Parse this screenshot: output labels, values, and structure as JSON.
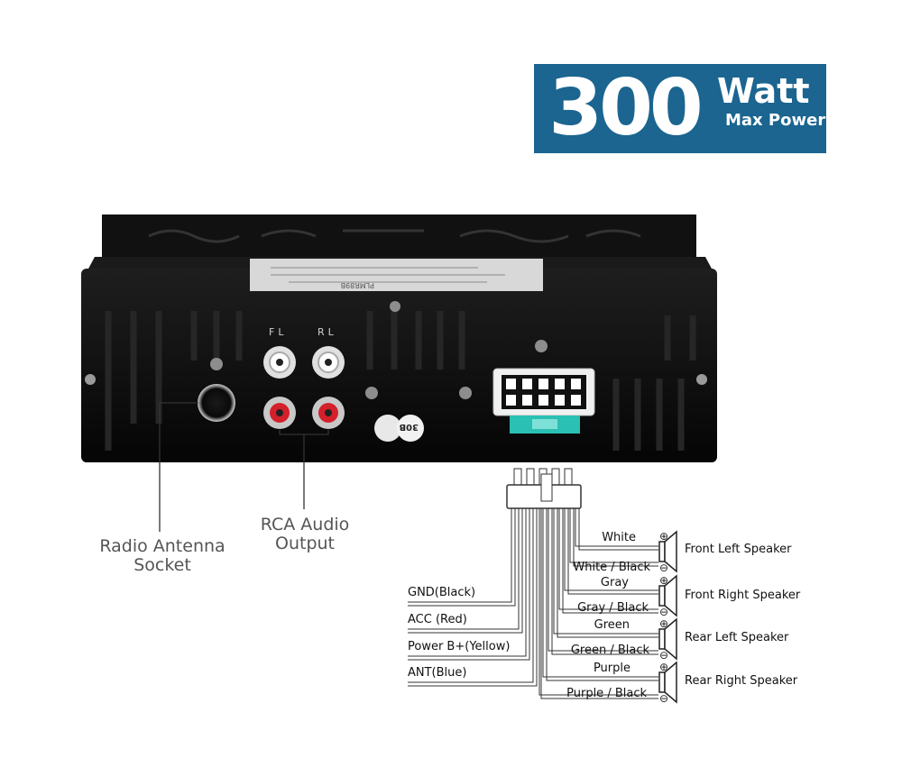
{
  "badge": {
    "number": "300",
    "unit": "Watt",
    "subtitle": "Max Power",
    "color": "#1b6590"
  },
  "unit_panel": {
    "rca_top_labels": [
      "FL",
      "RL"
    ],
    "sticker_text": "PLMR89B",
    "fuse_tag": "30B"
  },
  "callouts": {
    "antenna": [
      "Radio Antenna",
      "Socket"
    ],
    "rca": [
      "RCA Audio",
      "Output"
    ]
  },
  "power_wires": [
    "GND(Black)",
    "ACC (Red)",
    "Power B+(Yellow)",
    "ANT(Blue)"
  ],
  "speakers": [
    {
      "name": "Front Left Speaker",
      "positive": "White",
      "negative": "White / Black"
    },
    {
      "name": "Front Right Speaker",
      "positive": "Gray",
      "negative": "Gray / Black"
    },
    {
      "name": "Rear Left Speaker",
      "positive": "Green",
      "negative": "Green / Black"
    },
    {
      "name": "Rear Right Speaker",
      "positive": "Purple",
      "negative": "Purple / Black"
    }
  ],
  "polarity": {
    "plus": "⊕",
    "minus": "⊖"
  }
}
